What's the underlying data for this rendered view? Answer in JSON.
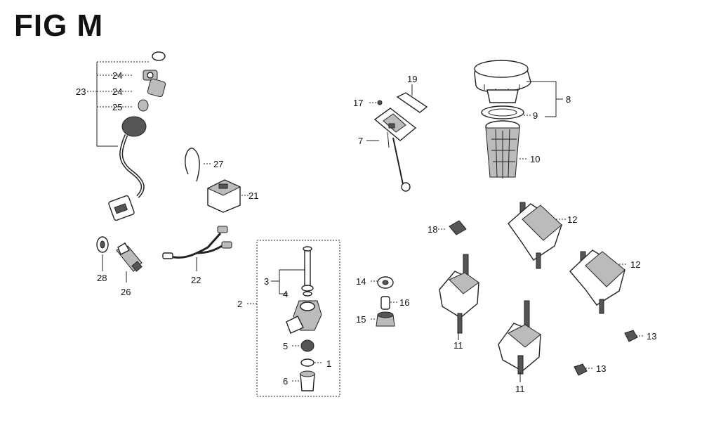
{
  "title": "FIG M",
  "callouts": [
    "1",
    "2",
    "3",
    "4",
    "5",
    "6",
    "7",
    "8",
    "9",
    "10",
    "11",
    "11",
    "12",
    "12",
    "13",
    "13",
    "14",
    "15",
    "16",
    "17",
    "18",
    "19",
    "21",
    "22",
    "23",
    "24",
    "24",
    "25",
    "26",
    "27",
    "28"
  ]
}
